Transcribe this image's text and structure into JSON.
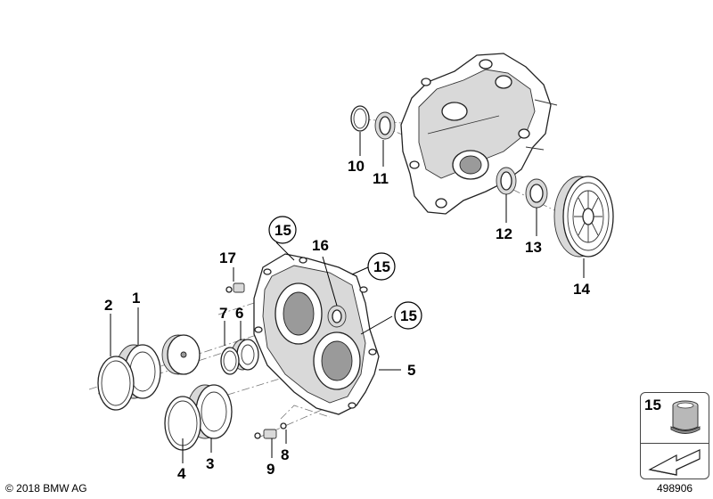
{
  "callouts": {
    "c1": "1",
    "c2": "2",
    "c3": "3",
    "c4": "4",
    "c5": "5",
    "c6": "6",
    "c7": "7",
    "c8": "8",
    "c9": "9",
    "c10": "10",
    "c11": "11",
    "c12": "12",
    "c13": "13",
    "c14": "14",
    "c15a": "15",
    "c15b": "15",
    "c15c": "15",
    "c16": "16",
    "c17": "17"
  },
  "legend": {
    "number": "15"
  },
  "footer": {
    "copyright": "© 2018 BMW AG",
    "diagram_number": "498906"
  }
}
